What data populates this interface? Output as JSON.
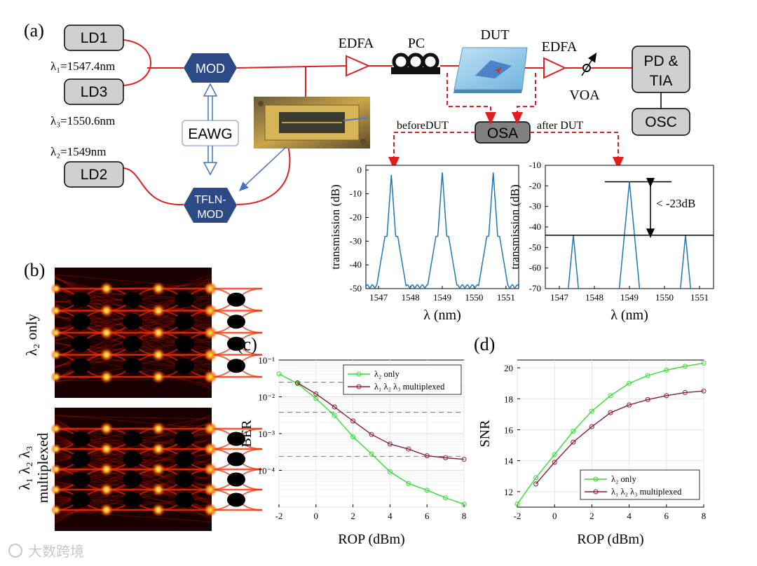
{
  "panels": {
    "a": "(a)",
    "b": "(b)",
    "c": "(c)",
    "d": "(d)"
  },
  "setup": {
    "ld1": "LD1",
    "ld2": "LD2",
    "ld3": "LD3",
    "lambda1": "λ₁=1547.4nm",
    "lambda2": "λ₂=1549nm",
    "lambda3": "λ₃=1550.6nm",
    "mod": "MOD",
    "tfln_mod_line1": "TFLN-",
    "tfln_mod_line2": "MOD",
    "eawg": "EAWG",
    "edfa1": "EDFA",
    "pc": "PC",
    "dut": "DUT",
    "edfa2": "EDFA",
    "voa": "VOA",
    "pd_tia_line1": "PD &",
    "pd_tia_line2": "TIA",
    "osc": "OSC",
    "osa": "OSA",
    "before_dut": "beforeDUT",
    "after_dut": "after DUT",
    "annotation": "< -23dB"
  },
  "eye": {
    "top_label": "λ₂ only",
    "bottom_label_line1": "λ₁ λ₂ λ₃",
    "bottom_label_line2": "multiplexed"
  },
  "watermark": "大数跨境",
  "colors": {
    "mod_fill": "#2e4a86",
    "fiber_red": "#e02020",
    "spectrum_blue": "#1f77b4",
    "green": "#33dd33",
    "maroon": "#8b1a3a",
    "box_fill": "#d0d0d0"
  },
  "chart_data": [
    {
      "id": "spectrum-before",
      "type": "line",
      "xlabel": "λ (nm)",
      "ylabel": "transmission (dB)",
      "xlim": [
        1546.6,
        1551.4
      ],
      "ylim": [
        -50,
        2
      ],
      "xticks": [
        1547,
        1548,
        1549,
        1550,
        1551
      ],
      "yticks": [
        0,
        -10,
        -20,
        -30,
        -40,
        -50
      ],
      "peaks_nm": [
        1547.4,
        1549.0,
        1550.6
      ],
      "peak_db": [
        -2,
        -1,
        -1
      ]
    },
    {
      "id": "spectrum-after",
      "type": "line",
      "xlabel": "λ (nm)",
      "ylabel": "transmission (dB)",
      "xlim": [
        1546.6,
        1551.4
      ],
      "ylim": [
        -70,
        -10
      ],
      "xticks": [
        1547,
        1548,
        1549,
        1550,
        1551
      ],
      "yticks": [
        -10,
        -20,
        -30,
        -40,
        -50,
        -60,
        -70
      ],
      "peaks_nm": [
        1547.4,
        1549.0,
        1550.6
      ],
      "peak_db": [
        -44,
        -18,
        -44
      ],
      "reference_levels_db": [
        -18,
        -44
      ]
    },
    {
      "id": "ber",
      "type": "line",
      "xlabel": "ROP (dBm)",
      "ylabel": "BER",
      "log_y": true,
      "xlim": [
        -2,
        8
      ],
      "ylim_exp": [
        -5,
        -1
      ],
      "xticks": [
        -2,
        0,
        2,
        4,
        6,
        8
      ],
      "ytick_labels": [
        "10⁻¹",
        "10⁻²",
        "10⁻³",
        "10⁻⁴"
      ],
      "threshold_lines": [
        0.025,
        0.0038,
        0.00024
      ],
      "series": [
        {
          "name": "λ₂ only",
          "x": [
            -2,
            -1,
            0,
            1,
            2,
            3,
            4,
            5,
            6,
            7,
            8
          ],
          "y": [
            0.042,
            0.023,
            0.009,
            0.0031,
            0.00082,
            0.00028,
            9.2e-05,
            4.4e-05,
            2.9e-05,
            1.8e-05,
            1.2e-05
          ]
        },
        {
          "name": "λ₁ λ₂ λ₃ multiplexed",
          "x": [
            -1,
            0,
            1,
            2,
            3,
            4,
            5,
            6,
            7,
            8
          ],
          "y": [
            0.024,
            0.012,
            0.0053,
            0.0022,
            0.00095,
            0.00052,
            0.00038,
            0.00025,
            0.00022,
            0.0002
          ]
        }
      ]
    },
    {
      "id": "snr",
      "type": "line",
      "xlabel": "ROP (dBm)",
      "ylabel": "SNR",
      "xlim": [
        -2,
        8
      ],
      "ylim": [
        11,
        20.5
      ],
      "xticks": [
        -2,
        0,
        2,
        4,
        6,
        8
      ],
      "yticks": [
        12,
        14,
        16,
        18,
        20
      ],
      "series": [
        {
          "name": "λ₂ only",
          "x": [
            -2,
            -1,
            0,
            1,
            2,
            3,
            4,
            5,
            6,
            7,
            8
          ],
          "y": [
            11.2,
            12.9,
            14.4,
            15.9,
            17.2,
            18.2,
            19.0,
            19.5,
            19.85,
            20.1,
            20.3
          ]
        },
        {
          "name": "λ₁ λ₂ λ₃ multiplexed",
          "x": [
            -1,
            0,
            1,
            2,
            3,
            4,
            5,
            6,
            7,
            8
          ],
          "y": [
            12.5,
            13.9,
            15.2,
            16.2,
            17.1,
            17.6,
            17.95,
            18.2,
            18.4,
            18.5
          ]
        }
      ]
    }
  ]
}
